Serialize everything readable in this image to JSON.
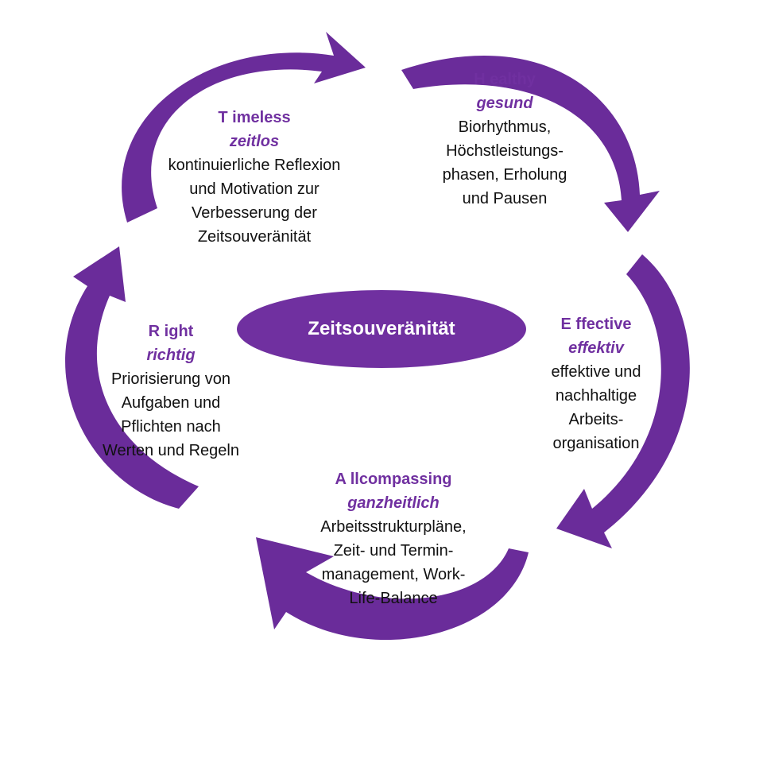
{
  "colors": {
    "accent": "#7030A0",
    "arrow": "#6A2C9A",
    "text": "#111111",
    "center_text": "#FFFFFF"
  },
  "center": {
    "label": "Zeitsouveränität"
  },
  "sections": {
    "timeless": {
      "title": "T imeless",
      "subtitle": "zeitlos",
      "lines": [
        "kontinuierliche Reflexion",
        "und Motivation zur",
        "Verbesserung der",
        "Zeitsouveränität"
      ]
    },
    "healthy": {
      "title": "H ealthy",
      "subtitle": "gesund",
      "lines": [
        "Biorhythmus,",
        "Höchstleistungs-",
        "phasen, Erholung",
        "und Pausen"
      ]
    },
    "effective": {
      "title": "E ffective",
      "subtitle": "effektiv",
      "lines": [
        "effektive und",
        "nachhaltige",
        "Arbeits-",
        "organisation"
      ]
    },
    "allcompassing": {
      "title": "A llcompassing",
      "subtitle": "ganzheitlich",
      "lines": [
        "Arbeitsstrukturpläne,",
        "Zeit- und Termin-",
        "management, Work-",
        "Life-Balance"
      ]
    },
    "right": {
      "title": "R ight",
      "subtitle": "richtig",
      "lines": [
        "Priorisierung von",
        "Aufgaben und",
        "Pflichten nach",
        "Werten und Regeln"
      ]
    }
  }
}
